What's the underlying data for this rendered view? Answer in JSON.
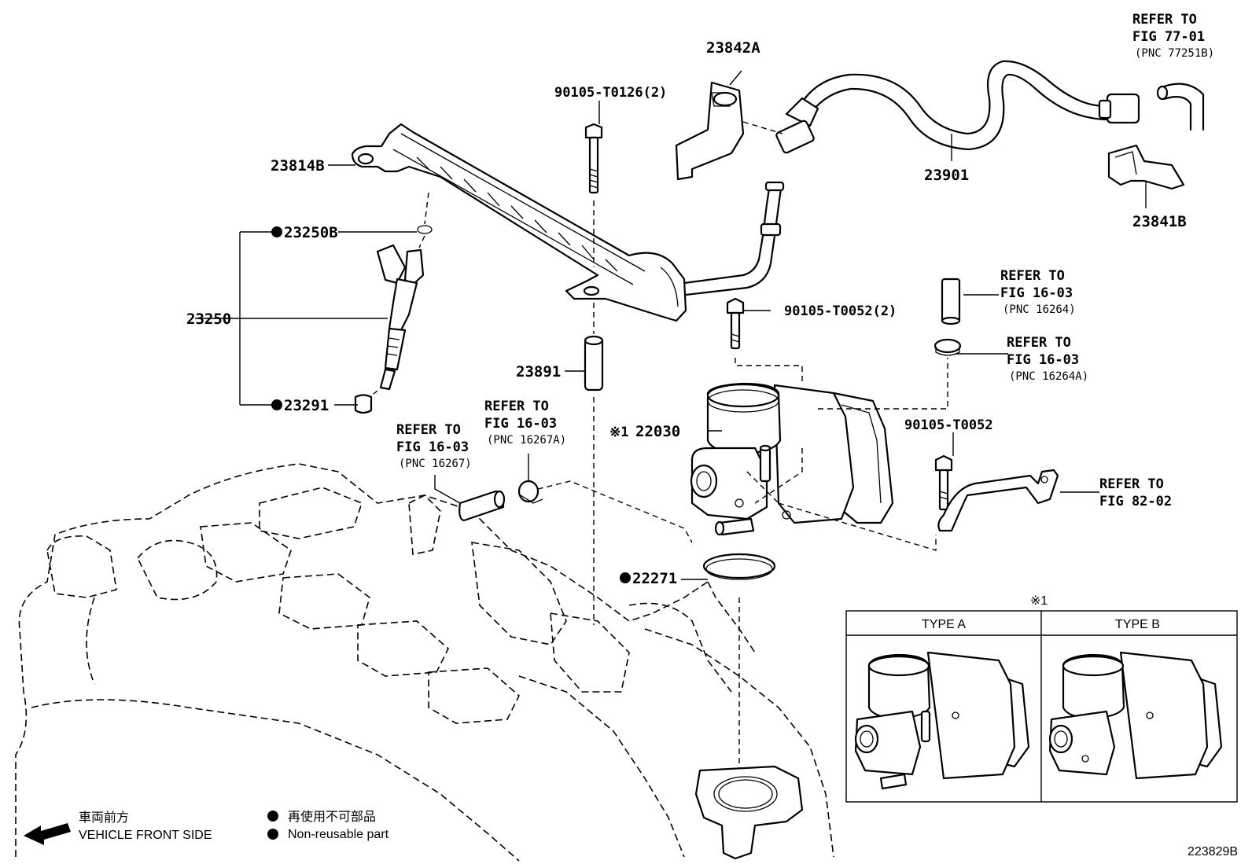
{
  "parts": {
    "p23842A": "23842A",
    "p90105_T0126": "90105-T0126(2)",
    "p23814B": "23814B",
    "p23250B": "23250B",
    "p23250": "23250",
    "p23291": "23291",
    "p23891": "23891",
    "p22030": "22030",
    "p22030_mark": "※1",
    "p90105_T0052_2": "90105-T0052(2)",
    "p90105_T0052": "90105-T0052",
    "p22271": "22271",
    "p23901": "23901",
    "p23841B": "23841B"
  },
  "refs": {
    "fig77": {
      "line1": "REFER TO",
      "line2": "FIG 77-01",
      "line3": "(PNC 77251B)"
    },
    "fig16_16264": {
      "line1": "REFER TO",
      "line2": "FIG 16-03",
      "line3": "(PNC 16264)"
    },
    "fig16_16264A": {
      "line1": "REFER TO",
      "line2": "FIG 16-03",
      "line3": "(PNC 16264A)"
    },
    "fig16_16267A": {
      "line1": "REFER TO",
      "line2": "FIG 16-03",
      "line3": "(PNC 16267A)"
    },
    "fig16_16267": {
      "line1": "REFER TO",
      "line2": "FIG 16-03",
      "line3": "(PNC 16267)"
    },
    "fig82": {
      "line1": "REFER TO",
      "line2": "FIG 82-02"
    }
  },
  "inset": {
    "mark": "※1",
    "type_a": "TYPE A",
    "type_b": "TYPE B"
  },
  "legend": {
    "front_jp": "車両前方",
    "front_en": "VEHICLE FRONT SIDE",
    "nonreuse_jp": "再使用不可部品",
    "nonreuse_en": "Non-reusable part"
  },
  "figure_id": "223829B",
  "icons": {
    "front_arrow": "arrow-left-icon",
    "bullet": "filled-circle-icon"
  }
}
